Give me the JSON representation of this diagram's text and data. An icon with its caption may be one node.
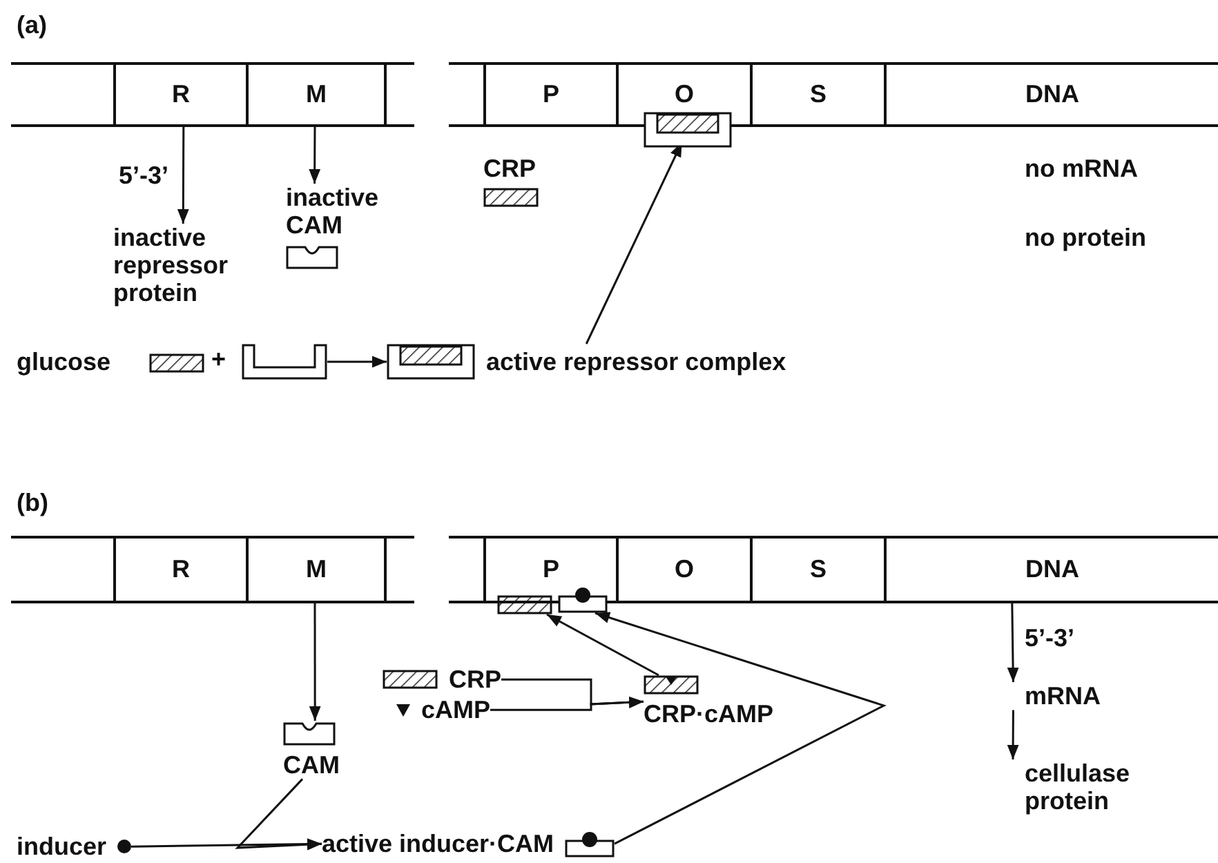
{
  "diagram": {
    "nodes": [
      {
        "text": [],
        "shape": "box"
      },
      {
        "text": [
          "R"
        ]
      },
      {
        "text": [
          "M"
        ]
      },
      {
        "text": [],
        "shape": "box"
      },
      {
        "text": [],
        "shape": "box"
      },
      {
        "text": [
          "P"
        ]
      },
      {
        "text": [
          "O"
        ]
      },
      {
        "text": [
          "S"
        ]
      },
      {
        "text": [
          "DNA"
        ]
      },
      {
        "text": [
          "inactive repressor protein"
        ]
      },
      {
        "text": [
          "inactive CAM"
        ]
      },
      {
        "text": [
          "CRP"
        ]
      },
      {
        "text": [],
        "shape": "box"
      },
      {
        "text": [
          "active repressor complex"
        ]
      },
      {
        "text": [],
        "shape": "box"
      },
      {
        "text": [],
        "shape": "box"
      },
      {
        "text": [
          "R"
        ]
      },
      {
        "text": [
          "M"
        ]
      },
      {
        "text": [],
        "shape": "box"
      },
      {
        "text": [],
        "shape": "box"
      },
      {
        "text": [
          "P"
        ]
      },
      {
        "text": [
          "O"
        ]
      },
      {
        "text": [
          "S"
        ]
      },
      {
        "text": [
          "DNA"
        ]
      },
      {
        "text": [
          "CAM"
        ]
      },
      {
        "text": [
          "CRP"
        ]
      },
      {
        "text": [
          "cAMP"
        ]
      },
      {
        "text": [
          "CRP·cAMP"
        ]
      },
      {
        "text": [
          "inducer"
        ]
      },
      {
        "text": [
          "active inducer·CAM"
        ]
      },
      {
        "text": [],
        "shape": "box"
      },
      {
        "text": [],
        "shape": "box"
      },
      {
        "text": [
          "mRNA"
        ]
      },
      {
        "text": [
          "cellulase protein"
        ]
      }
    ],
    "edges": [
      {
        "from": 1,
        "to": 9,
        "arrow": "to",
        "label": "5’-3’"
      },
      {
        "from": 2,
        "to": 10,
        "arrow": "to"
      },
      {
        "from": 12,
        "to": 13,
        "arrow": "to"
      },
      {
        "from": 13,
        "to": 14,
        "arrow": "to"
      },
      {
        "from": 17,
        "to": 24,
        "arrow": "to"
      },
      {
        "from": 25,
        "to": 27,
        "arrow": "to"
      },
      {
        "from": 26,
        "to": 27,
        "arrow": "to"
      },
      {
        "from": 24,
        "to": 29,
        "arrow": "to"
      },
      {
        "from": 28,
        "to": 29,
        "arrow": "to"
      },
      {
        "from": 27,
        "to": 30,
        "arrow": "to"
      },
      {
        "from": 29,
        "to": 31,
        "arrow": "to"
      },
      {
        "from": 23,
        "to": 32,
        "arrow": "to",
        "label": "5’-3’"
      },
      {
        "from": 32,
        "to": 33,
        "arrow": "to"
      }
    ],
    "labels": [
      "(a)",
      "no mRNA",
      "no protein",
      "glucose",
      "+",
      "(b)"
    ]
  }
}
